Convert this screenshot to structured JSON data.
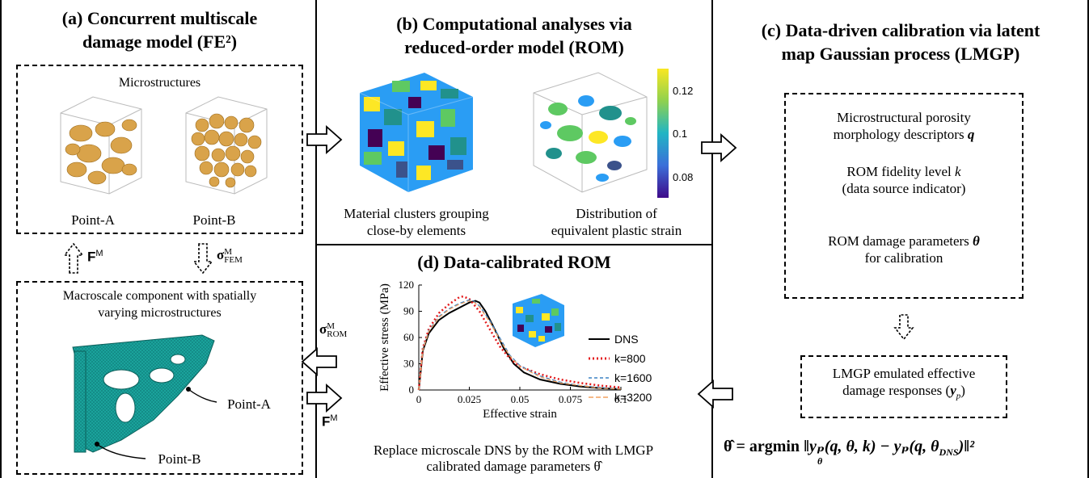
{
  "panel_a": {
    "title": "(a) Concurrent multiscale\ndamage model (FE²)",
    "micro_label": "Microstructures",
    "point_a": "Point-A",
    "point_b": "Point-B",
    "f_m": "F",
    "f_m_sup": "M",
    "sigma_fem": "σ",
    "sigma_fem_sup": "M",
    "sigma_fem_sub": "FEM",
    "macro_label": "Macroscale component with spatially\nvarying microstructures",
    "point_a2": "Point-A",
    "point_b2": "Point-B"
  },
  "panel_b": {
    "title": "(b) Computational analyses via\nreduced-order model (ROM)",
    "cap_left": "Material clusters grouping\nclose-by elements",
    "cap_right": "Distribution of\nequivalent plastic strain",
    "colorbar_ticks": [
      "0.12",
      "0.1",
      "0.08"
    ]
  },
  "panel_c": {
    "title": "(c) Data-driven calibration via latent\nmap Gaussian process (LMGP)",
    "item1": "Microstructural porosity\nmorphology descriptors ",
    "item1_sym": "q",
    "item2": "ROM fidelity level ",
    "item2_sym": "k",
    "item2b": "(data source indicator)",
    "item3": "ROM damage parameters ",
    "item3_sym": "θ",
    "item3b": "for calibration",
    "lmgp_box": "LMGP emulated effective\ndamage responses (",
    "lmgp_sym": "y",
    "lmgp_sub": "p",
    "lmgp_end": ")",
    "eq_lhs": "θ̂ = argmin",
    "eq_sub": "θ",
    "eq_rhs": "‖yₚ(q, θ, k) − yₚ(q, θ",
    "eq_dns": "DNS",
    "eq_end": ")‖²"
  },
  "panel_d": {
    "title": "(d) Data-calibrated ROM",
    "sigma_rom": "σ",
    "sigma_rom_sup": "M",
    "sigma_rom_sub": "ROM",
    "f_m": "F",
    "f_m_sup": "M",
    "caption": "Replace microscale DNS by the ROM with LMGP\ncalibrated damage parameters θ̂"
  },
  "chart_data": {
    "type": "line",
    "xlabel": "Effective strain",
    "ylabel": "Effective stress (MPa)",
    "xlim": [
      0,
      0.1
    ],
    "ylim": [
      0,
      120
    ],
    "xticks": [
      "0",
      "0.025",
      "0.05",
      "0.075",
      "0.1"
    ],
    "yticks": [
      "0",
      "30",
      "60",
      "90",
      "120"
    ],
    "legend_position": "right",
    "series": [
      {
        "name": "DNS",
        "color": "#000000",
        "style": "solid",
        "x": [
          0,
          0.002,
          0.005,
          0.01,
          0.015,
          0.02,
          0.025,
          0.028,
          0.03,
          0.033,
          0.037,
          0.042,
          0.047,
          0.052,
          0.06,
          0.07,
          0.08,
          0.09,
          0.1
        ],
        "y": [
          0,
          45,
          65,
          80,
          88,
          94,
          100,
          102,
          100,
          90,
          72,
          48,
          30,
          20,
          12,
          7,
          4,
          2,
          1
        ]
      },
      {
        "name": "k=800",
        "color": "#e31a1c",
        "style": "dotted",
        "x": [
          0,
          0.002,
          0.005,
          0.01,
          0.015,
          0.02,
          0.022,
          0.025,
          0.03,
          0.035,
          0.04,
          0.045,
          0.05,
          0.06,
          0.07,
          0.08,
          0.09,
          0.1
        ],
        "y": [
          0,
          48,
          70,
          88,
          98,
          106,
          107,
          104,
          90,
          70,
          50,
          36,
          27,
          18,
          12,
          8,
          5,
          3
        ]
      },
      {
        "name": "k=1600",
        "color": "#3b82c4",
        "style": "dashed",
        "x": [
          0,
          0.002,
          0.005,
          0.01,
          0.015,
          0.02,
          0.025,
          0.027,
          0.03,
          0.035,
          0.04,
          0.045,
          0.05,
          0.06,
          0.07,
          0.08,
          0.09,
          0.1
        ],
        "y": [
          0,
          47,
          68,
          84,
          93,
          99,
          103,
          102,
          96,
          80,
          60,
          40,
          28,
          16,
          9,
          5,
          3,
          1
        ]
      },
      {
        "name": "k=3200",
        "color": "#f4a261",
        "style": "dashed",
        "x": [
          0,
          0.002,
          0.005,
          0.01,
          0.015,
          0.02,
          0.025,
          0.027,
          0.03,
          0.035,
          0.04,
          0.045,
          0.05,
          0.06,
          0.07,
          0.08,
          0.09,
          0.1
        ],
        "y": [
          0,
          46,
          67,
          83,
          92,
          98,
          102,
          101,
          95,
          78,
          58,
          39,
          27,
          15,
          8,
          5,
          2,
          1
        ]
      }
    ]
  }
}
